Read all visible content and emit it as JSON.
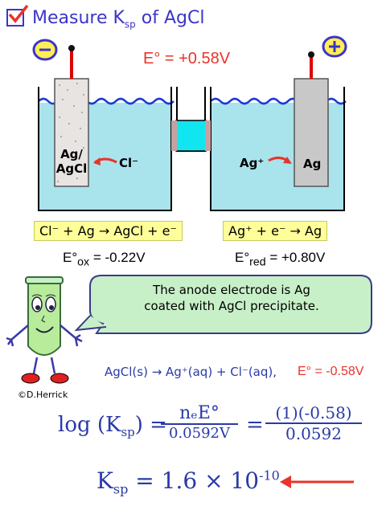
{
  "title": {
    "prefix": "Measure K",
    "sub": "sp",
    "suffix": " of AgCl"
  },
  "cell_potential": "E° = +0.58V",
  "anode": {
    "sign": "−",
    "electrode_line1": "Ag/",
    "electrode_line2": "AgCl",
    "ion": "Cl⁻"
  },
  "cathode": {
    "sign": "+",
    "ion": "Ag⁺",
    "electrode": "Ag"
  },
  "half_reactions": {
    "oxidation": "Cl⁻ + Ag → AgCl + e⁻",
    "oxidation_potential": {
      "prefix": "E°",
      "sub": "ox",
      "value": " = -0.22V"
    },
    "reduction": "Ag⁺ + e⁻ → Ag",
    "reduction_potential": {
      "prefix": "E°",
      "sub": "red",
      "value": " = +0.80V"
    }
  },
  "speech_bubble": {
    "line1": "The anode electrode is Ag",
    "line2": "coated with AgCl precipitate."
  },
  "overall_reaction": "AgCl(s) → Ag⁺(aq) + Cl⁻(aq),",
  "overall_potential": "E° = -0.58V",
  "credit": "©D.Herrick",
  "handwritten": {
    "log_lhs": "log (K",
    "log_lhs_sub": "sp",
    "log_lhs_end": ") =",
    "frac1_num": "nₑE°",
    "frac1_den": "0.0592V",
    "eq2": "=",
    "frac2_num": "(1)(-0.58)",
    "frac2_den": "0.0592",
    "ksp_prefix": "K",
    "ksp_sub": "sp",
    "ksp_mid": " = 1.6 × 10",
    "ksp_exp": "-10"
  },
  "colors": {
    "title": "#3b35c8",
    "red": "#e8342a",
    "water": "#a9e3ec",
    "wave": "#1a3ad6",
    "ink": "#2a3aa8",
    "check": "#e8342a"
  }
}
